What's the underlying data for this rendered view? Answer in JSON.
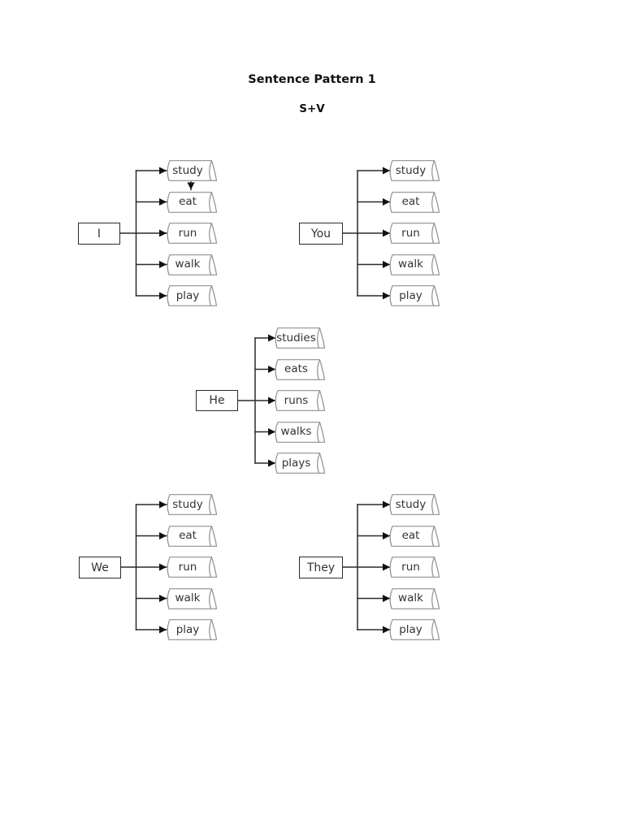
{
  "page": {
    "title": "Sentence Pattern 1",
    "subtitle": "S+V"
  },
  "groups": [
    {
      "subject": "I",
      "verbs": [
        "study",
        "eat",
        "run",
        "walk",
        "play"
      ],
      "extra_arrow": {
        "from": "study",
        "to": "eat",
        "direction": "down"
      }
    },
    {
      "subject": "You",
      "verbs": [
        "study",
        "eat",
        "run",
        "walk",
        "play"
      ]
    },
    {
      "subject": "He",
      "verbs": [
        "studies",
        "eats",
        "runs",
        "walks",
        "plays"
      ]
    },
    {
      "subject": "We",
      "verbs": [
        "study",
        "eat",
        "run",
        "walk",
        "play"
      ]
    },
    {
      "subject": "They",
      "verbs": [
        "study",
        "eat",
        "run",
        "walk",
        "play"
      ]
    }
  ],
  "colors": {
    "background": "#ffffff",
    "connector_line": "#2b2b2b",
    "arrowhead": "#111111",
    "subject_box_outline": "#2b2b2b",
    "banner_outline": "#909090",
    "text": "#333333",
    "title_text": "#111111"
  }
}
